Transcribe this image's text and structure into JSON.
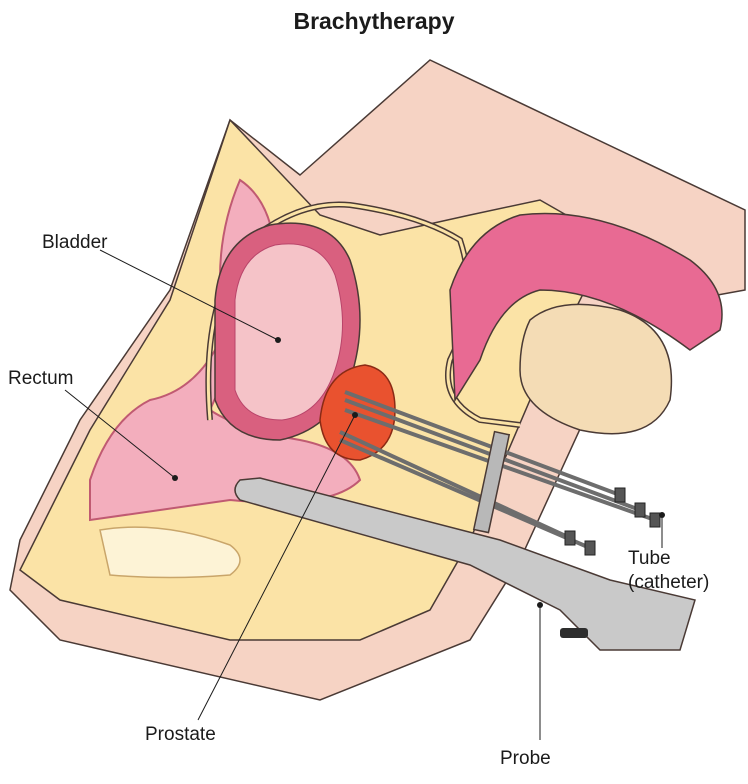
{
  "title": "Brachytherapy",
  "labels": {
    "bladder": "Bladder",
    "rectum": "Rectum",
    "tube_line1": "Tube",
    "tube_line2": "(catheter)",
    "prostate": "Prostate",
    "probe": "Probe"
  },
  "colors": {
    "skin": "#f6d3c4",
    "fat": "#fbe3a6",
    "bladder_wall": "#d9607f",
    "bladder_inner": "#f5c3c8",
    "rectum": "#f3aebd",
    "penis": "#e86a93",
    "prostate": "#e9522f",
    "testis": "#f4dcb5",
    "probe": "#c9c9c9",
    "needle": "#b8b8b8",
    "outline": "#4a3a35"
  }
}
